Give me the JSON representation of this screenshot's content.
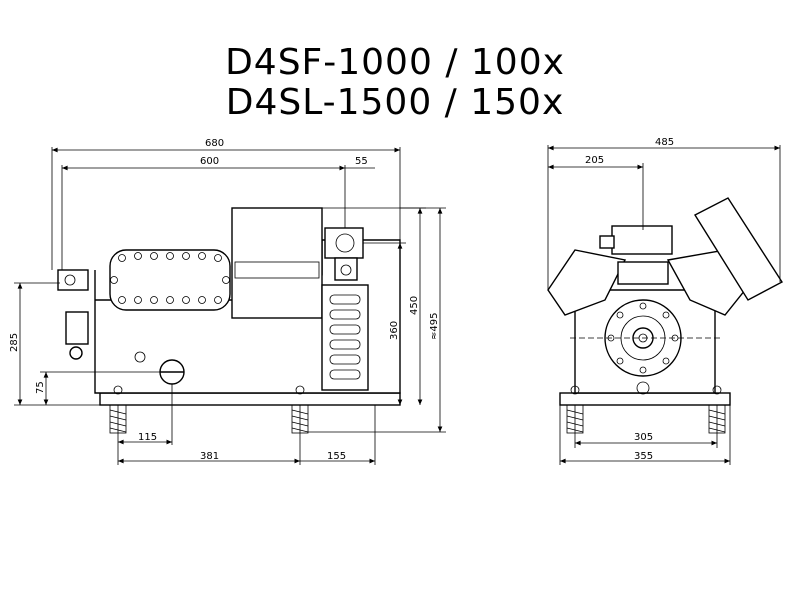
{
  "title": {
    "line1": "D4SF-1000 / 100x",
    "line2": "D4SL-1500 / 150x"
  },
  "side_view": {
    "dimensions": {
      "overall_length": "680",
      "length_600": "600",
      "offset_55": "55",
      "height_450": "450",
      "height_360": "360",
      "height_495": "≈495",
      "height_285": "285",
      "height_75": "75",
      "foot_115": "115",
      "foot_381": "381",
      "foot_155": "155"
    }
  },
  "front_view": {
    "dimensions": {
      "overall_width": "485",
      "width_205": "205",
      "foot_305": "305",
      "foot_355": "355"
    }
  }
}
